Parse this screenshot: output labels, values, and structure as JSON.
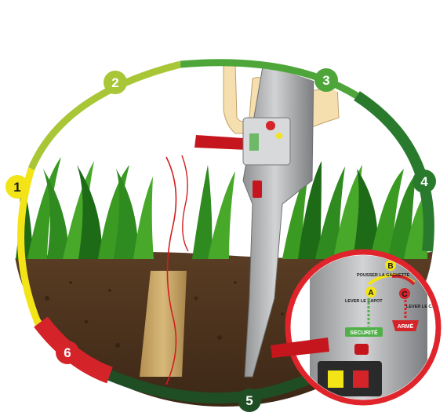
{
  "steps": [
    {
      "number": "1",
      "color": "#f2e417"
    },
    {
      "number": "2",
      "color": "#a9c637"
    },
    {
      "number": "3",
      "color": "#4ea63a"
    },
    {
      "number": "4",
      "color": "#2a7a2e"
    },
    {
      "number": "5",
      "color": "#1f4d24"
    },
    {
      "number": "6",
      "color": "#d5232a"
    }
  ],
  "detail": {
    "push_trigger": "POUSSER LA GACHETTE",
    "lift_hood_left": "LEVER LE CAPOT",
    "lift_hood_right": "LEVER LE CAPOT",
    "safety": "SECURITÉ",
    "armed": "ARMÉ",
    "letter_a": "A",
    "letter_b": "B",
    "letter_c": "C"
  },
  "colors": {
    "grass": "#2f8a1f",
    "soil": "#4a3220",
    "tool": "#a6a8aa",
    "handle": "#c4161c",
    "ring_red": "#e0242b"
  }
}
